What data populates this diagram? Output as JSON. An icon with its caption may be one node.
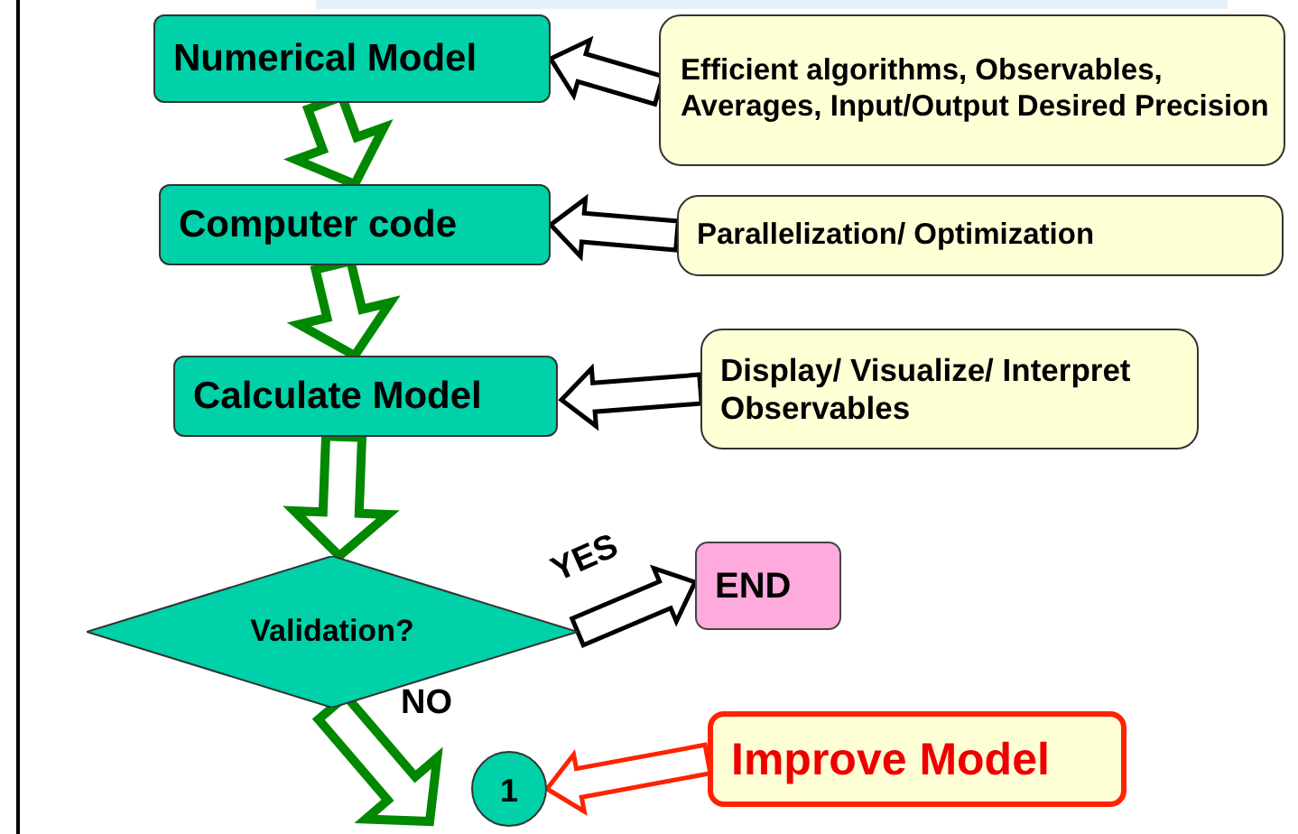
{
  "diagram": {
    "nodes": [
      {
        "text": [
          "Numerical Model"
        ]
      },
      {
        "text": [
          "Efficient algorithms, Observables, Averages, Input/Output Desired Precision"
        ]
      },
      {
        "text": [
          "Computer code"
        ]
      },
      {
        "text": [
          "Parallelization/ Optimization"
        ]
      },
      {
        "text": [
          "Calculate Model"
        ]
      },
      {
        "text": [
          "Display/ Visualize/ Interpret Observables"
        ]
      },
      {
        "text": [
          "Validation?"
        ]
      },
      {
        "text": [
          "END"
        ]
      },
      {
        "text": [
          "1"
        ]
      },
      {
        "text": [
          "Improve Model"
        ]
      }
    ],
    "edges": [
      {
        "from": 1,
        "to": 0,
        "arrow": "to"
      },
      {
        "from": 0,
        "to": 2,
        "arrow": "to",
        "style": "thick",
        "color": "#008800"
      },
      {
        "from": 3,
        "to": 2,
        "arrow": "to"
      },
      {
        "from": 2,
        "to": 4,
        "arrow": "to",
        "style": "thick",
        "color": "#008800"
      },
      {
        "from": 5,
        "to": 4,
        "arrow": "to"
      },
      {
        "from": 4,
        "to": 6,
        "arrow": "to",
        "style": "thick",
        "color": "#008800"
      },
      {
        "from": 6,
        "to": 7,
        "arrow": "to",
        "label": "YES"
      },
      {
        "from": 6,
        "to": null,
        "arrow": "to",
        "label": "NO",
        "style": "thick",
        "color": "#008800"
      },
      {
        "from": 9,
        "to": 8,
        "arrow": "to",
        "color": "#ff2200"
      }
    ]
  }
}
